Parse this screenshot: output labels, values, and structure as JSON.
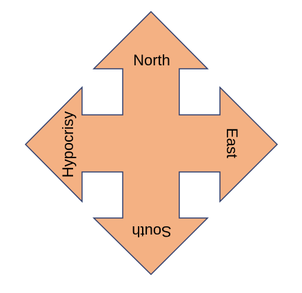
{
  "diagram": {
    "shape": "four-way-arrow",
    "colors": {
      "fill": "#f4b183",
      "stroke": "#2f3f6e",
      "text": "#000000"
    },
    "labels": {
      "north": "North",
      "east": "East",
      "south": "South",
      "west": "Hypocrisy"
    }
  }
}
